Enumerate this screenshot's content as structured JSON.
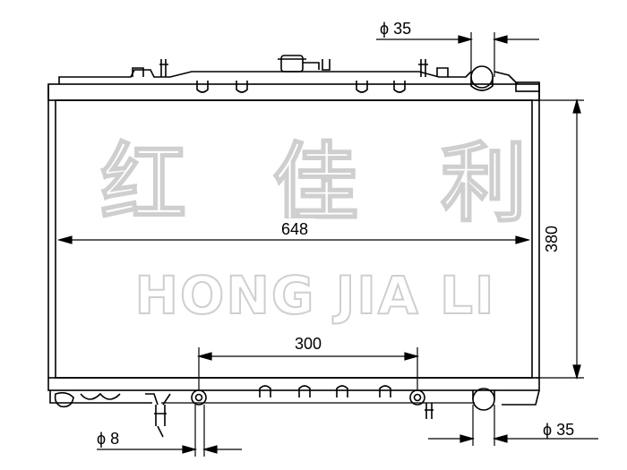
{
  "drawing": {
    "dimensions": {
      "width": "648",
      "height": "380",
      "pitch": "300",
      "top_pipe": "ϕ 35",
      "bottom_pipe": "ϕ 35",
      "drain": "ϕ 8"
    },
    "watermark": {
      "chinese": [
        "红",
        "佳",
        "利"
      ],
      "english": "HONG JIA LI"
    },
    "colors": {
      "line": "#000000",
      "watermark_outline": "#cfcfcf"
    }
  }
}
